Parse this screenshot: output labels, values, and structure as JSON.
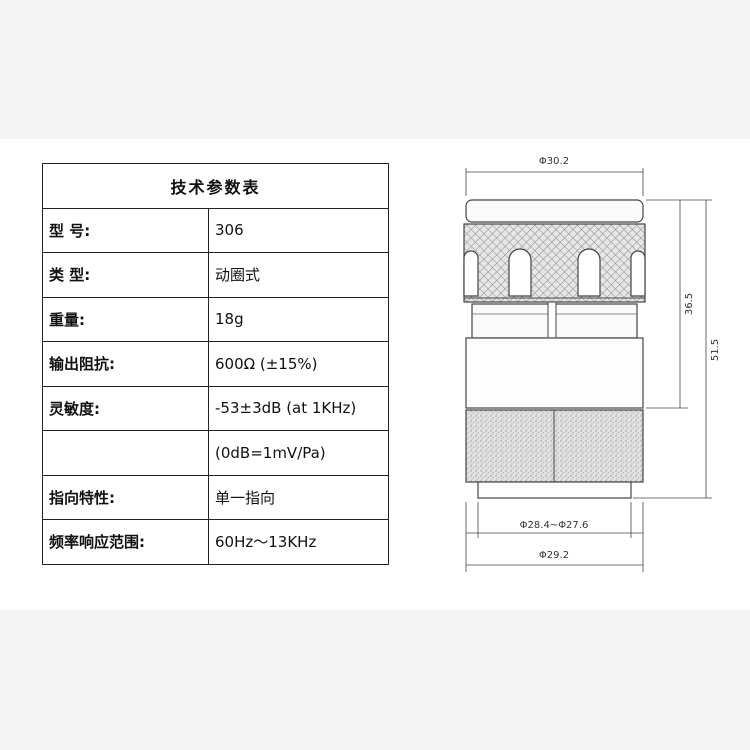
{
  "spec_table": {
    "title": "技术参数表",
    "rows": [
      {
        "label": "型 号:",
        "value": "306"
      },
      {
        "label": "类 型:",
        "value": "动圈式"
      },
      {
        "label": "重量:",
        "value": "18g"
      },
      {
        "label": "输出阻抗:",
        "value": "600Ω (±15%)"
      },
      {
        "label": "灵敏度:",
        "value": "-53±3dB (at 1KHz)"
      },
      {
        "label": "",
        "value": "(0dB=1mV/Pa)"
      },
      {
        "label": "指向特性:",
        "value": "单一指向"
      },
      {
        "label": "频率响应范围:",
        "value": "60Hz～13KHz"
      }
    ]
  },
  "drawing": {
    "dim_top": "Φ30.2",
    "dim_height_upper": "36.5",
    "dim_height_total": "51.5",
    "dim_bottom_inner": "Φ28.4~Φ27.6",
    "dim_bottom_outer": "Φ29.2"
  }
}
